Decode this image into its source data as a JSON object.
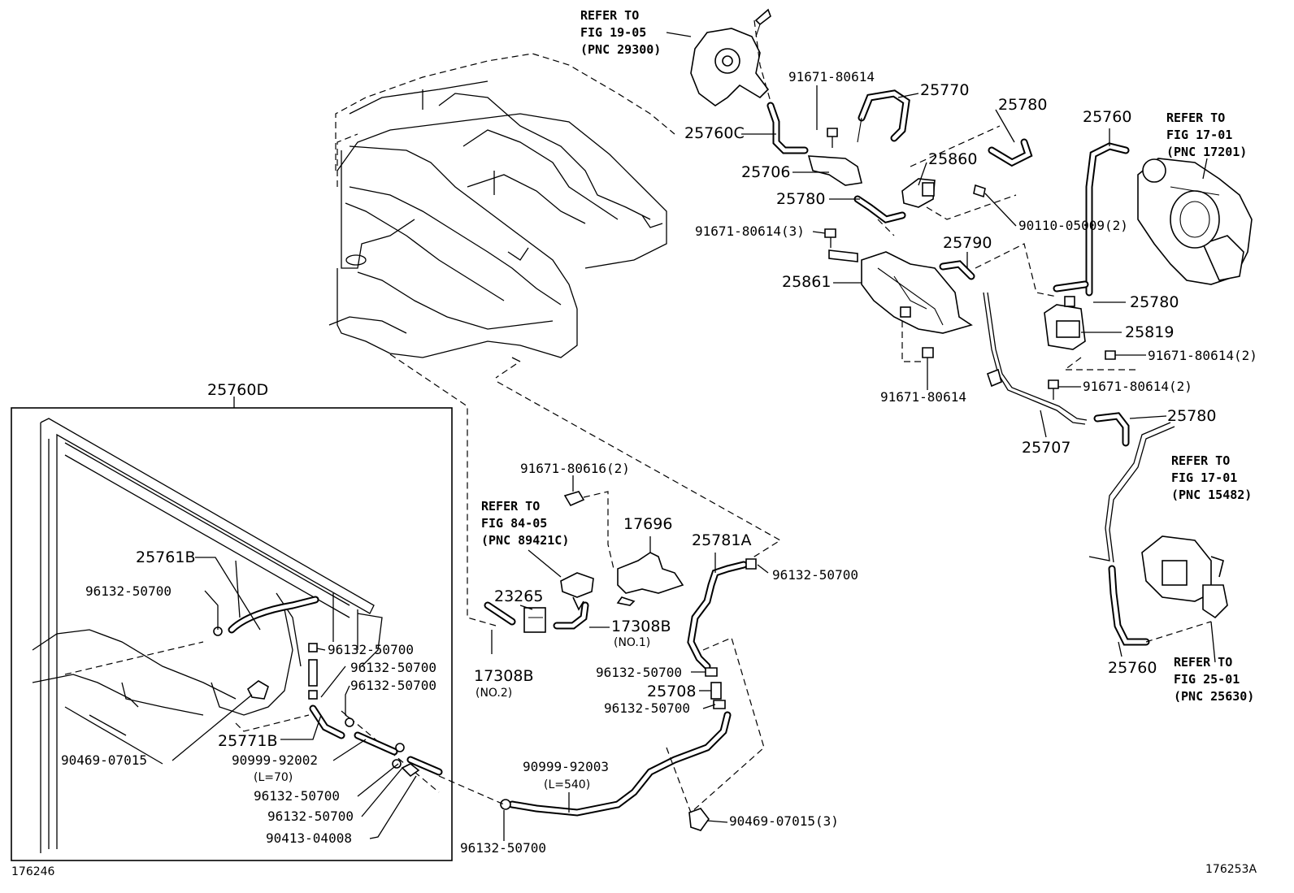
{
  "refs": {
    "fig1905": [
      "REFER TO",
      "FIG 19-05",
      "(PNC 29300)"
    ],
    "fig1701a": [
      "REFER TO",
      "FIG 17-01",
      "(PNC 17201)"
    ],
    "fig1701b": [
      "REFER TO",
      "FIG 17-01",
      "(PNC 15482)"
    ],
    "fig8405": [
      "REFER TO",
      "FIG 84-05",
      "(PNC 89421C)"
    ],
    "fig2501": [
      "REFER TO",
      "FIG 25-01",
      "(PNC 25630)"
    ]
  },
  "labels": {
    "p25770": "25770",
    "p91671_80614_top": "91671-80614",
    "p25760C": "25760C",
    "p25780_a": "25780",
    "p25860": "25860",
    "p25706": "25706",
    "p25780_b": "25780",
    "p25760_top": "25760",
    "p90110": "90110-05009(2)",
    "p91671_3": "91671-80614(3)",
    "p25790": "25790",
    "p25861": "25861",
    "p25780_c": "25780",
    "p25819": "25819",
    "p91671_2a": "91671-80614(2)",
    "p91671_2b": "91671-80614(2)",
    "p91671_mid": "91671-80614",
    "p25780_d": "25780",
    "p25707": "25707",
    "p25760D": "25760D",
    "p91671_80616": "91671-80616(2)",
    "p17696": "17696",
    "p25781A": "25781A",
    "p96132_r": "96132-50700",
    "p25761B": "25761B",
    "p96132_box1": "96132-50700",
    "p23265": "23265",
    "p17308B_1": "17308B",
    "p17308B_1n": "(NO.1)",
    "p96132_box2": "96132-50700",
    "p96132_box3": "96132-50700",
    "p96132_box4": "96132-50700",
    "p17308B_2": "17308B",
    "p17308B_2n": "(NO.2)",
    "p96132_mid1": "96132-50700",
    "p25708": "25708",
    "p96132_mid2": "96132-50700",
    "p25760_bot": "25760",
    "p25771B": "25771B",
    "p90469_box": "90469-07015",
    "p90999_box": "90999-92002",
    "p90999_box_n": "(L=70)",
    "p90999_mid": "90999-92003",
    "p90999_mid_n": "(L=540)",
    "p96132_box5": "96132-50700",
    "p96132_box6": "96132-50700",
    "p90469_3": "90469-07015(3)",
    "p90413": "90413-04008",
    "p96132_bot": "96132-50700"
  },
  "ids": {
    "left": "176246",
    "right": "176253A"
  }
}
